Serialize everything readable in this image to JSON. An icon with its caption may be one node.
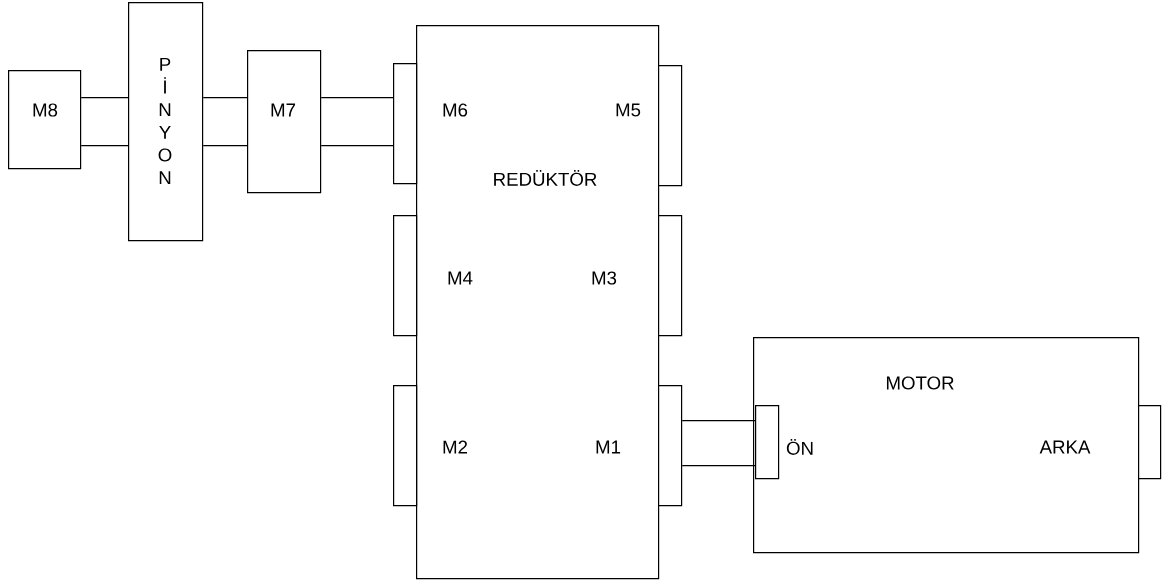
{
  "diagram": {
    "nodes": [
      {
        "text": [
          "M8"
        ]
      },
      {
        "text": [
          "P İ N Y O N"
        ]
      },
      {
        "text": [
          "M7"
        ]
      },
      {
        "text": [
          "REDÜKTÖR"
        ]
      },
      {
        "text": [],
        "shape": "box"
      },
      {
        "text": [],
        "shape": "box"
      },
      {
        "text": [],
        "shape": "box"
      },
      {
        "text": [],
        "shape": "box"
      },
      {
        "text": [],
        "shape": "box"
      },
      {
        "text": [],
        "shape": "box"
      },
      {
        "text": [
          "MOTOR"
        ]
      },
      {
        "text": [],
        "shape": "box",
        "beside": [
          "ÖN"
        ],
        "in": 10
      },
      {
        "text": [],
        "shape": "box"
      }
    ],
    "labels": [
      "M6",
      "M5",
      "M4",
      "M3",
      "M2",
      "M1",
      "ARKA"
    ],
    "edges": [
      {
        "from": 0,
        "to": 1,
        "arrow": "none"
      },
      {
        "from": 1,
        "to": 2,
        "arrow": "none"
      },
      {
        "from": 2,
        "to": 4,
        "arrow": "none"
      },
      {
        "from": 9,
        "to": 11,
        "arrow": "none"
      }
    ]
  }
}
